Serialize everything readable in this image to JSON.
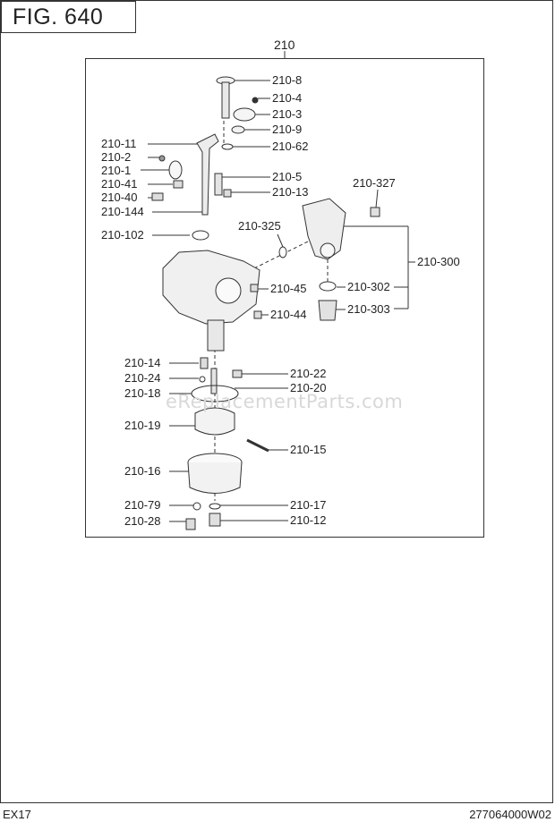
{
  "figure": {
    "title": "FIG. 640",
    "group_label": "210"
  },
  "labels": {
    "p210_8": "210-8",
    "p210_4": "210-4",
    "p210_3": "210-3",
    "p210_9": "210-9",
    "p210_62": "210-62",
    "p210_11": "210-11",
    "p210_2": "210-2",
    "p210_1": "210-1",
    "p210_41": "210-41",
    "p210_40": "210-40",
    "p210_144": "210-144",
    "p210_5": "210-5",
    "p210_13": "210-13",
    "p210_327": "210-327",
    "p210_325": "210-325",
    "p210_102": "210-102",
    "p210_300": "210-300",
    "p210_45": "210-45",
    "p210_302": "210-302",
    "p210_44": "210-44",
    "p210_303": "210-303",
    "p210_14": "210-14",
    "p210_22": "210-22",
    "p210_24": "210-24",
    "p210_20": "210-20",
    "p210_18": "210-18",
    "p210_19": "210-19",
    "p210_15": "210-15",
    "p210_16": "210-16",
    "p210_79": "210-79",
    "p210_17": "210-17",
    "p210_28": "210-28",
    "p210_12": "210-12"
  },
  "watermark": "eReplacementParts.com",
  "footer": {
    "model": "EX17",
    "part_code": "277064000W02"
  }
}
